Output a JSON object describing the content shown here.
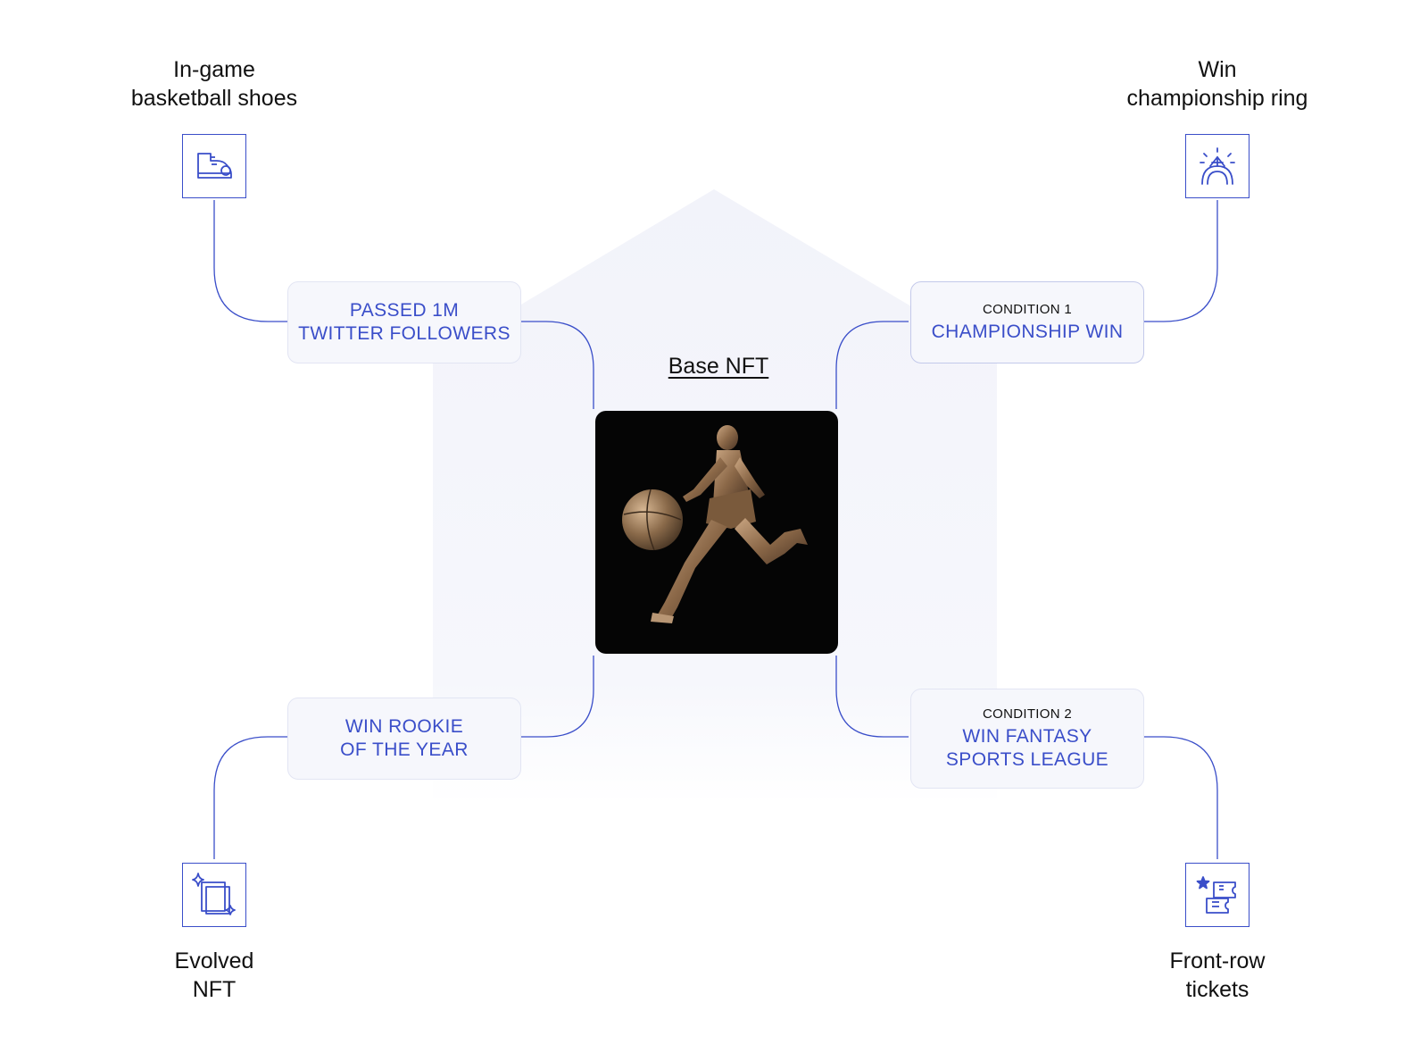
{
  "center": {
    "title": "Base NFT",
    "image_alt": "Bronze basketball player statue dribbling a ball"
  },
  "conditions": {
    "top_left": {
      "sub": "",
      "line1": "PASSED 1M",
      "line2": "TWITTER FOLLOWERS"
    },
    "top_right": {
      "sub": "CONDITION 1",
      "line1": "CHAMPIONSHIP WIN",
      "line2": ""
    },
    "bottom_left": {
      "sub": "",
      "line1": "WIN ROOKIE",
      "line2": "OF THE YEAR"
    },
    "bottom_right": {
      "sub": "CONDITION 2",
      "line1": "WIN FANTASY",
      "line2": "SPORTS LEAGUE"
    }
  },
  "rewards": {
    "top_left": {
      "line1": "In-game",
      "line2": "basketball shoes",
      "icon": "shoe-icon"
    },
    "top_right": {
      "line1": "Win",
      "line2": "championship ring",
      "icon": "ring-icon"
    },
    "bottom_left": {
      "line1": "Evolved",
      "line2": "NFT",
      "icon": "evolved-card-icon"
    },
    "bottom_right": {
      "line1": "Front-row",
      "line2": "tickets",
      "icon": "tickets-icon"
    }
  },
  "colors": {
    "accent": "#3a4ec9",
    "box_bg": "#f6f7fc",
    "house_bg": "#f3f4fb"
  }
}
